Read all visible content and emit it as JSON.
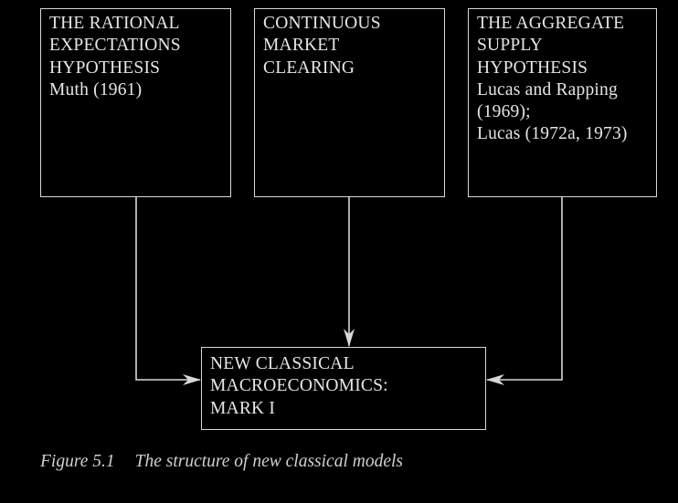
{
  "boxes": {
    "rational": {
      "lines": [
        "THE RATIONAL",
        "EXPECTATIONS",
        "HYPOTHESIS",
        "Muth (1961)"
      ]
    },
    "clearing": {
      "lines": [
        "CONTINUOUS",
        "MARKET",
        "CLEARING"
      ]
    },
    "supply": {
      "lines": [
        "THE AGGREGATE",
        "SUPPLY",
        "HYPOTHESIS",
        "Lucas and Rapping",
        "(1969);",
        "Lucas (1972a, 1973)"
      ]
    },
    "newclassical": {
      "lines": [
        "NEW CLASSICAL",
        "MACROECONOMICS:",
        "MARK I"
      ]
    }
  },
  "caption": {
    "label": "Figure 5.1",
    "title": "The structure of new classical models"
  },
  "colors": {
    "background": "#000000",
    "stroke": "#d8d8d8",
    "text": "#e6e6e6"
  }
}
